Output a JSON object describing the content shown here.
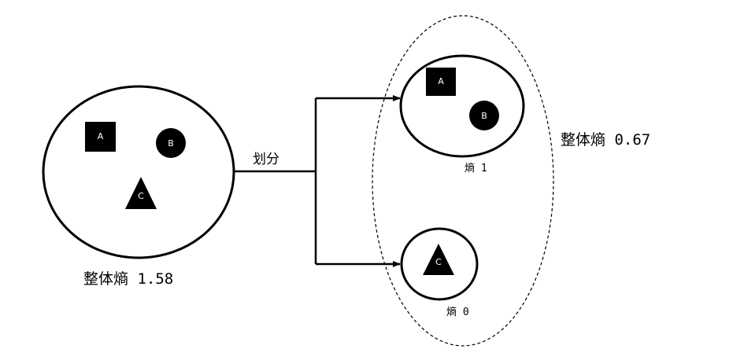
{
  "colors": {
    "stroke": "#000000",
    "shape_fill": "#000000",
    "shape_text": "#ffffff",
    "background": "#ffffff"
  },
  "parent_set": {
    "items": [
      {
        "shape": "square",
        "label": "A"
      },
      {
        "shape": "circle",
        "label": "B"
      },
      {
        "shape": "triangle",
        "label": "C"
      }
    ],
    "caption": "整体熵 1.58"
  },
  "split_label": "划分",
  "child_sets": [
    {
      "items": [
        {
          "shape": "square",
          "label": "A"
        },
        {
          "shape": "circle",
          "label": "B"
        }
      ],
      "caption": "熵 1"
    },
    {
      "items": [
        {
          "shape": "triangle",
          "label": "C"
        }
      ],
      "caption": "熵 0"
    }
  ],
  "group_caption": "整体熵 0.67"
}
